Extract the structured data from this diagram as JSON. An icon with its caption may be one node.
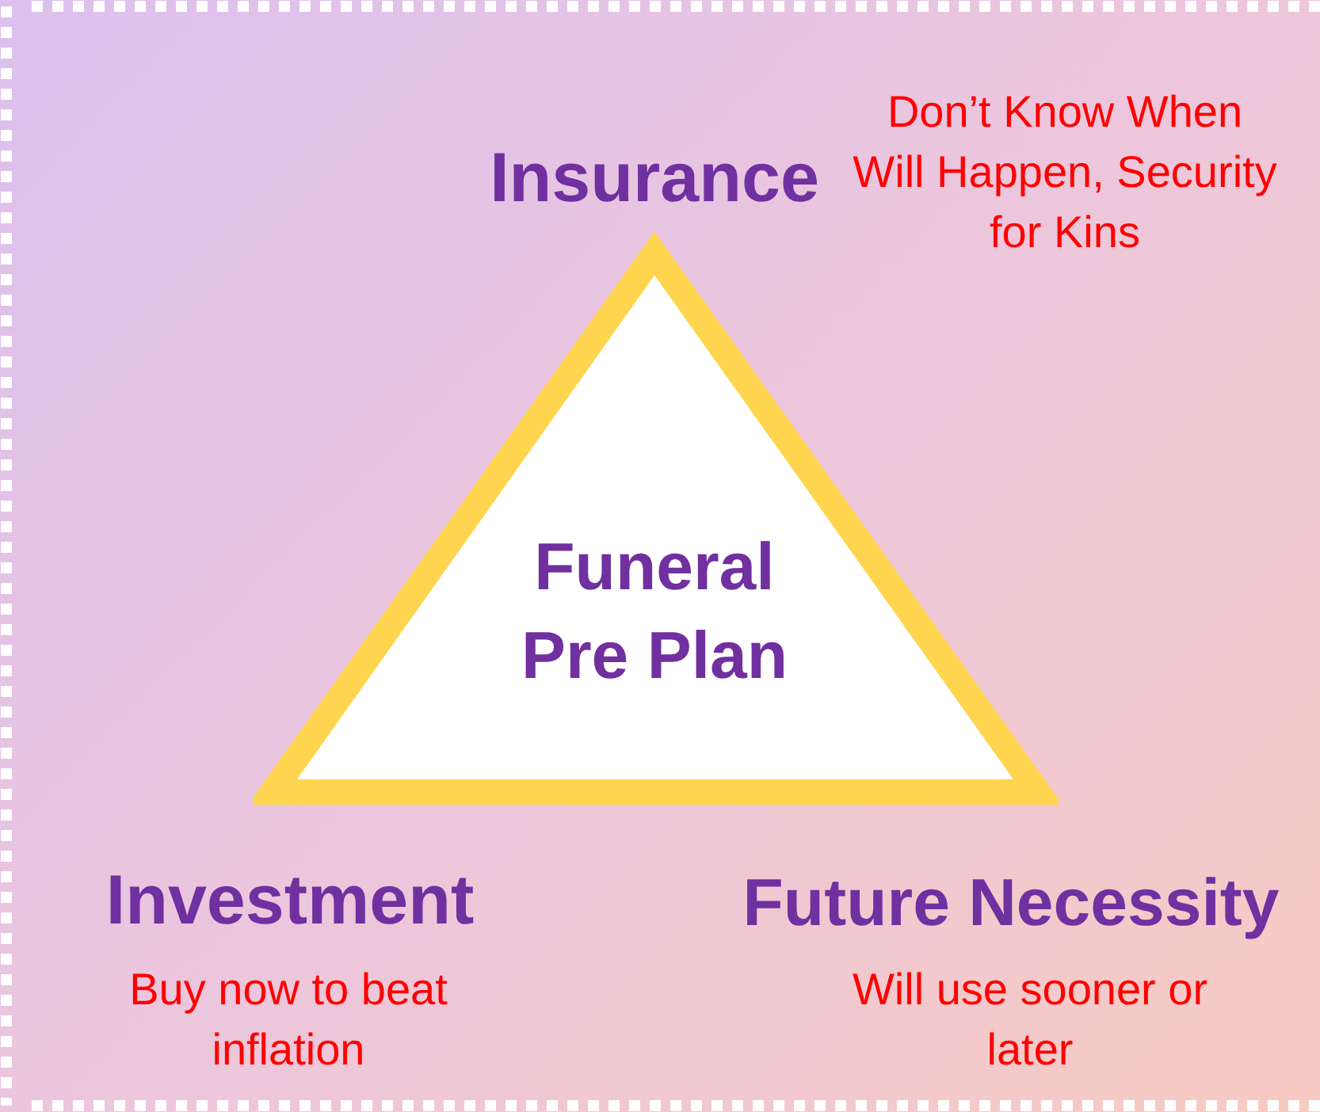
{
  "diagram": {
    "nodes": [
      {
        "text": [
          "Funeral Pre Plan"
        ]
      }
    ],
    "labels": [
      "Insurance",
      "Don’t Know When Will Happen, Security for Kins",
      "Investment",
      "Buy now to beat inflation",
      "Future Necessity",
      "Will use sooner or later"
    ]
  }
}
